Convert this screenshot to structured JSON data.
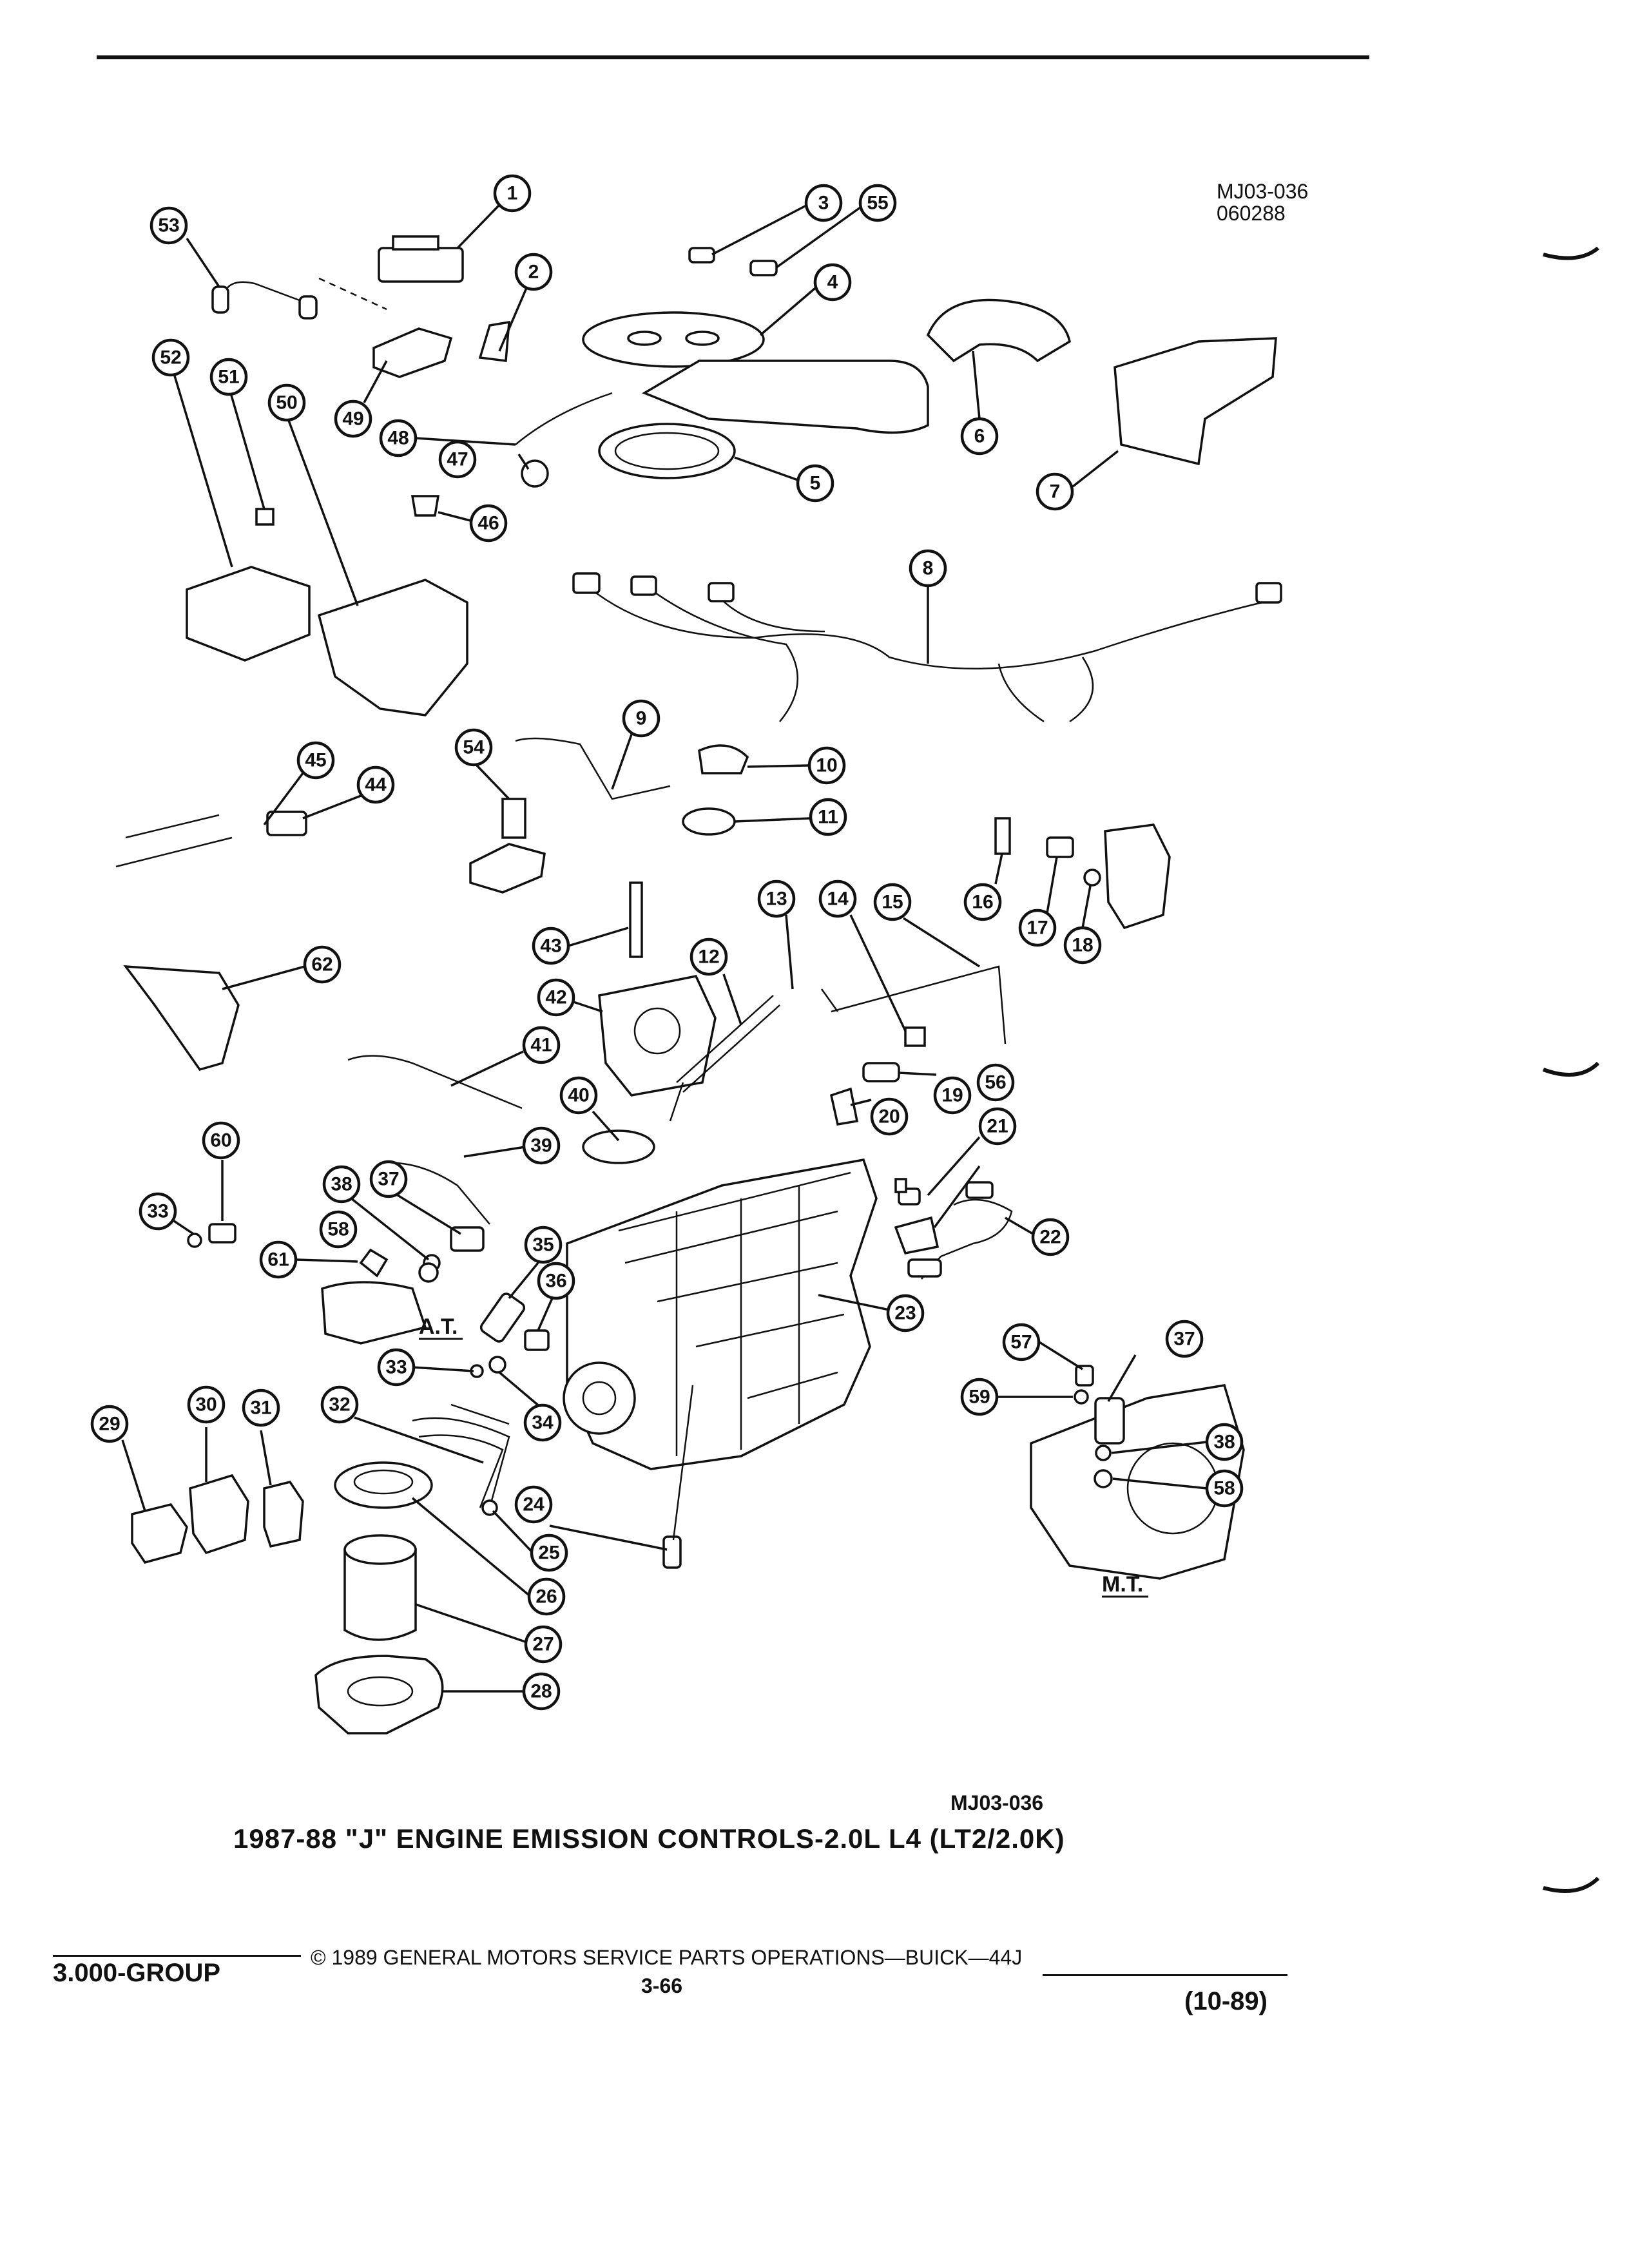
{
  "header": {
    "ref_code": "MJ03-036",
    "ref_date": "060288"
  },
  "diagram": {
    "callouts": [
      "1",
      "2",
      "3",
      "4",
      "5",
      "6",
      "7",
      "8",
      "9",
      "10",
      "11",
      "12",
      "13",
      "14",
      "15",
      "16",
      "17",
      "18",
      "19",
      "20",
      "21",
      "22",
      "23",
      "24",
      "25",
      "26",
      "27",
      "28",
      "29",
      "30",
      "31",
      "32",
      "33",
      "33",
      "34",
      "35",
      "36",
      "37",
      "37",
      "38",
      "38",
      "39",
      "40",
      "41",
      "42",
      "43",
      "44",
      "45",
      "46",
      "47",
      "48",
      "49",
      "50",
      "51",
      "52",
      "53",
      "54",
      "55",
      "56",
      "57",
      "58",
      "58",
      "59",
      "60",
      "61",
      "62"
    ],
    "labels": {
      "automatic": "A.T.",
      "manual": "M.T."
    }
  },
  "figure": {
    "code": "MJ03-036",
    "title": "1987-88 \"J\" ENGINE EMISSION CONTROLS-2.0L L4 (LT2/2.0K)"
  },
  "footer": {
    "group": "3.000-GROUP",
    "copyright": "© 1989  GENERAL MOTORS SERVICE PARTS OPERATIONS—BUICK—44J",
    "page": "3-66",
    "revision": "(10-89)"
  }
}
